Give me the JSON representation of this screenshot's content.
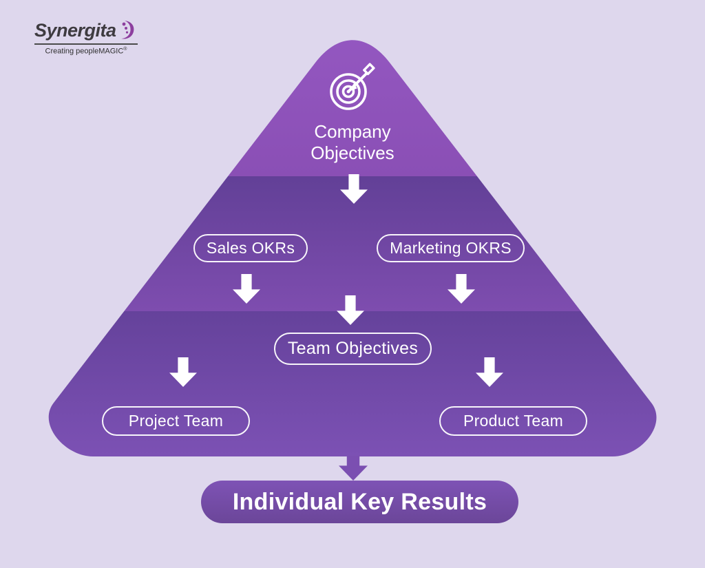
{
  "logo": {
    "brand": "Synergita",
    "tagline": "Creating peopleMAGIC",
    "registered_mark": "®",
    "brand_color": "#3e3b40",
    "swirl_color": "#8d3f9f"
  },
  "diagram": {
    "background_color": "#ded7ed",
    "pyramid": {
      "company_label": "Company Objectives",
      "sales_label": "Sales OKRs",
      "marketing_label": "Marketing OKRS",
      "team_label": "Team Objectives",
      "project_label": "Project Team",
      "product_label": "Product Team",
      "tier_colors": [
        {
          "top": "#9659c3",
          "bottom": "#8a4fb5"
        },
        {
          "top": "#624097",
          "bottom": "#7e4daf"
        },
        {
          "top": "#65429b",
          "bottom": "#7c51b4"
        }
      ]
    },
    "banner": {
      "label": "Individual Key Results",
      "color_top": "#7e53b5",
      "color_bottom": "#6b4699"
    },
    "arrow_colors": {
      "white": "#ffffff",
      "purple": "#7b4fb1"
    }
  }
}
